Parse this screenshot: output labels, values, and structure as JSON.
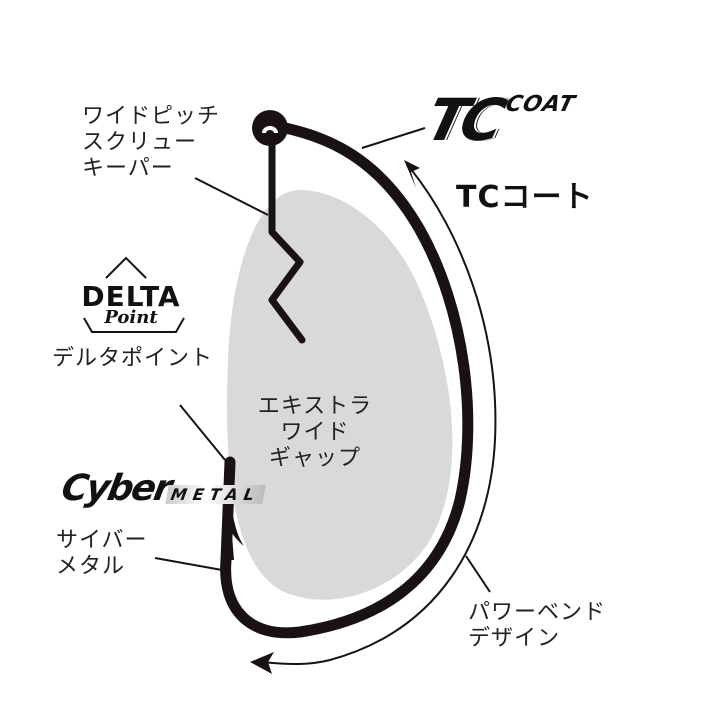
{
  "diagram": {
    "title": "Hook features diagram",
    "colors": {
      "background": "#ffffff",
      "hook": "#1a1212",
      "gap_fill": "#d9d9d9",
      "text": "#222222"
    },
    "labels": {
      "screw_keeper": [
        "ワイドピッチ",
        "スクリュー",
        "キーパー"
      ],
      "tc_coat_logo_big": "TC",
      "tc_coat_logo_small": "COAT",
      "tc_coat": "TCコート",
      "delta_logo_word": "DELTA",
      "delta_logo_script": "Point",
      "delta_point": "デルタポイント",
      "extra_wide_gap": [
        "エキストラ",
        "ワイド",
        "ギャップ"
      ],
      "cyber_logo_word": "Cyber",
      "cyber_logo_metal": "METAL",
      "cyber_metal": [
        "サイバー",
        "メタル"
      ],
      "power_bend": [
        "パワーベンド",
        "デザイン"
      ]
    }
  }
}
